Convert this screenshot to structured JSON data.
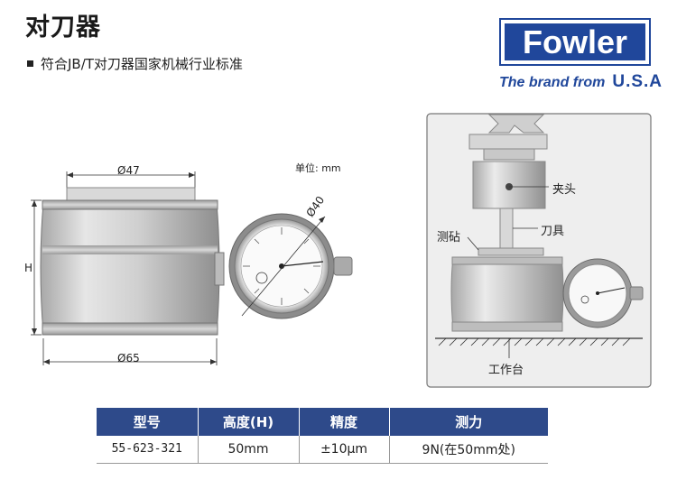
{
  "page": {
    "title": "对刀器",
    "subtitle": "符合JB/T对刀器国家机械行业标准"
  },
  "brand": {
    "logo_text": "Fowler",
    "tagline": "The brand from",
    "country": "U.S.A"
  },
  "drawing": {
    "unit": "单位: mm",
    "dim_top": "Ø47",
    "dim_bottom": "Ø65",
    "dim_height": "H",
    "dim_dial": "Ø40"
  },
  "diagram": {
    "clamp_label": "夹头",
    "tool_label": "刀具",
    "probe_label": "测砧",
    "table_label": "工作台"
  },
  "spec_table": {
    "headers": [
      "型号",
      "高度(H)",
      "精度",
      "测力"
    ],
    "rows": [
      [
        "55-623-321",
        "50mm",
        "±10μm",
        "9N(在50mm处)"
      ]
    ]
  }
}
